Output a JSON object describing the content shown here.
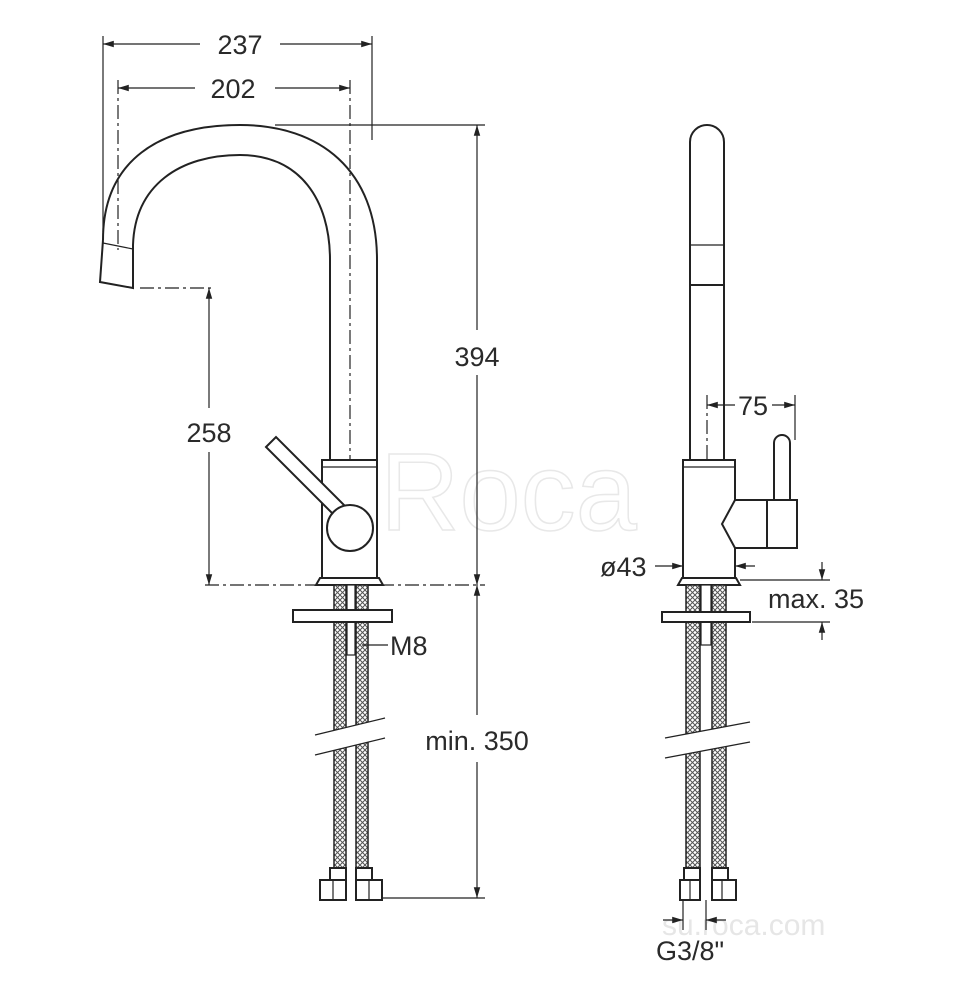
{
  "drawing": {
    "title": "Kitchen sink mixer dimension drawing",
    "watermark_logo": "Roca",
    "watermark_url": "su.roca.com",
    "dimensions": {
      "overall_reach": "237",
      "spout_reach": "202",
      "overall_height": "394",
      "spout_outlet_height": "258",
      "lever_offset": "75",
      "body_diameter": "ø43",
      "max_deck_thickness": "max. 35",
      "fixing_rod": "M8",
      "min_hose_length": "min. 350",
      "connection_thread": "G3/8\""
    }
  }
}
